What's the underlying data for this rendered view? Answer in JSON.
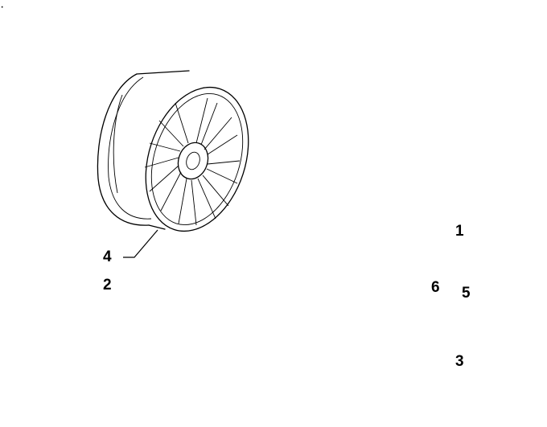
{
  "callouts": [
    {
      "id": "1",
      "text": "1"
    },
    {
      "id": "2",
      "text": "2"
    },
    {
      "id": "3",
      "text": "3"
    },
    {
      "id": "4",
      "text": "4"
    },
    {
      "id": "5",
      "text": "5"
    },
    {
      "id": "6",
      "text": "6"
    }
  ],
  "parts": [
    {
      "id": "1",
      "icon": "five-spoke-teardrop-wheel-icon"
    },
    {
      "id": "2",
      "icon": "five-double-spoke-wheel-icon"
    },
    {
      "id": "3",
      "icon": "wheel-bolt-icon"
    },
    {
      "id": "4",
      "icon": "ten-spoke-wheel-icon"
    },
    {
      "id": "5",
      "icon": "tpms-sensor-icon"
    },
    {
      "id": "6",
      "icon": "valve-cap-icon"
    }
  ]
}
